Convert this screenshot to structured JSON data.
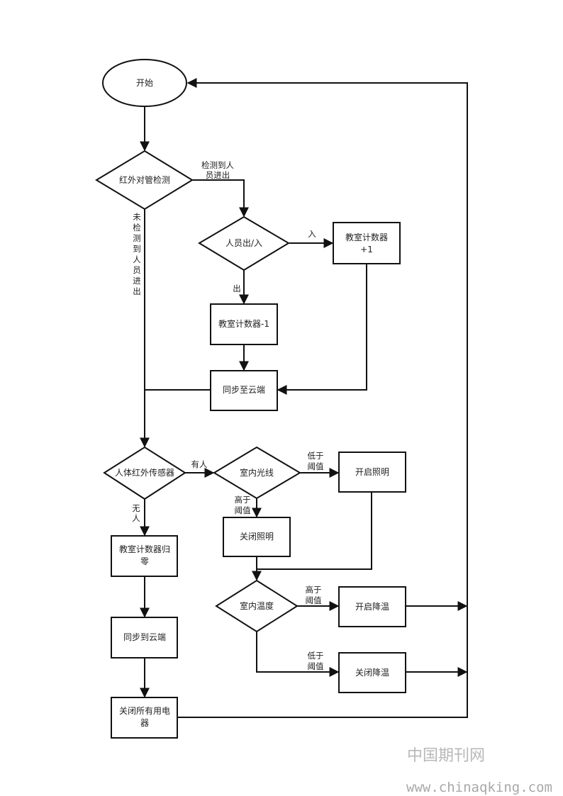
{
  "nodes": {
    "start": "开始",
    "ir_detect": "红外对管检测",
    "person_io": "人员出/入",
    "counter_plus_1": "教室计数器",
    "counter_plus_2": "+1",
    "counter_minus": "教室计数器-1",
    "sync_cloud_1": "同步至云端",
    "body_sensor": "人体红外传感器",
    "indoor_light": "室内光线",
    "light_on": "开启照明",
    "light_off": "关闭照明",
    "counter_reset_1": "教室计数器归",
    "counter_reset_2": "零",
    "indoor_temp": "室内温度",
    "cool_on": "开启降温",
    "cool_off": "关闭降温",
    "sync_cloud_2": "同步到云端",
    "close_all_1": "关闭所有用电",
    "close_all_2": "器"
  },
  "edges": {
    "detected_1": "检测到人",
    "detected_2": "员进出",
    "not_detected": [
      "未",
      "检",
      "测",
      "到",
      "人",
      "员",
      "进",
      "出"
    ],
    "enter": "入",
    "exit": "出",
    "someone": "有人",
    "nobody_1": "无",
    "nobody_2": "人",
    "light_low_1": "低于",
    "light_low_2": "阈值",
    "light_high_1": "高于",
    "light_high_2": "阈值",
    "temp_high_1": "高于",
    "temp_high_2": "阈值",
    "temp_low_1": "低于",
    "temp_low_2": "阈值"
  },
  "watermark": {
    "site_cn": "中国期刊网",
    "site_url": "www.chinaqking.com"
  }
}
